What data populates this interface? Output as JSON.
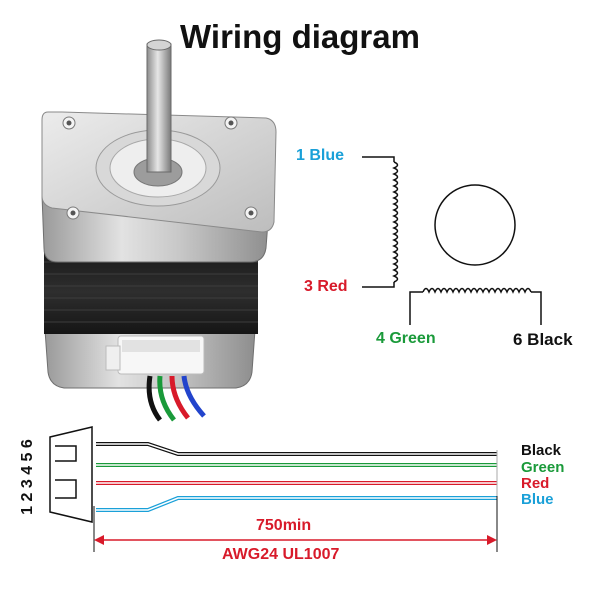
{
  "title": "Wiring diagram",
  "schematic": {
    "coil_a": {
      "top_label": "1 Blue",
      "bottom_label": "3 Red"
    },
    "coil_b": {
      "left_label": "4 Green",
      "right_label": "6 Black"
    }
  },
  "connector": {
    "pin_numbers": "1 2 3 4 5 6"
  },
  "wires": [
    {
      "label": "Black",
      "color": "#111111"
    },
    {
      "label": "Green",
      "color": "#1a9a3a"
    },
    {
      "label": "Red",
      "color": "#d81a2a"
    },
    {
      "label": "Blue",
      "color": "#1aa0d8"
    }
  ],
  "dimension": {
    "length": "750min",
    "spec": "AWG24 UL1007"
  },
  "colors": {
    "blue": "#1aa0d8",
    "red": "#d81a2a",
    "green": "#1a9a3a",
    "black": "#111111",
    "dim": "#d81a2a"
  }
}
